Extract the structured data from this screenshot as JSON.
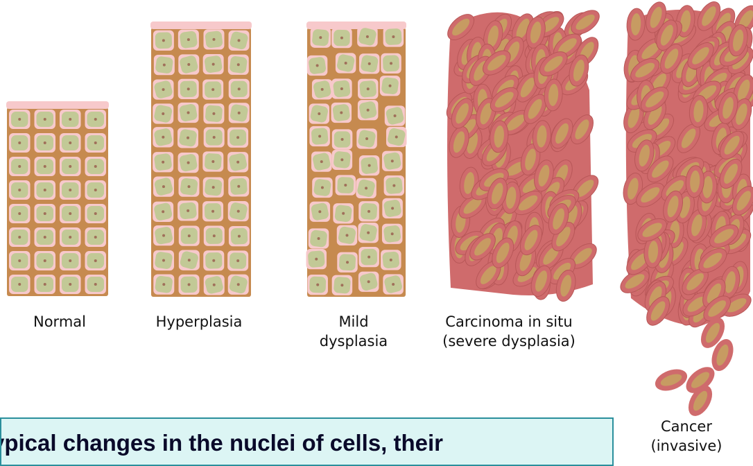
{
  "stages": [
    {
      "label_lines": [
        "Normal"
      ]
    },
    {
      "label_lines": [
        "Hyperplasia"
      ]
    },
    {
      "label_lines": [
        "Mild",
        "dysplasia"
      ]
    },
    {
      "label_lines": [
        "Carcinoma in situ",
        "(severe dysplasia)"
      ]
    },
    {
      "label_lines": [
        "Cancer",
        "(invasive)"
      ]
    }
  ],
  "caption": "ypical changes in the nuclei of cells, their",
  "colors": {
    "membrane_brown": "#c68a4f",
    "cytoplasm_green": "#c2c996",
    "surface_pink": "#f7c9cb",
    "tumor_red": "#cf6b6c",
    "tumor_nucleus": "#c79b62",
    "caption_bg": "#dcf5f4",
    "caption_border": "#2a8f9c"
  }
}
